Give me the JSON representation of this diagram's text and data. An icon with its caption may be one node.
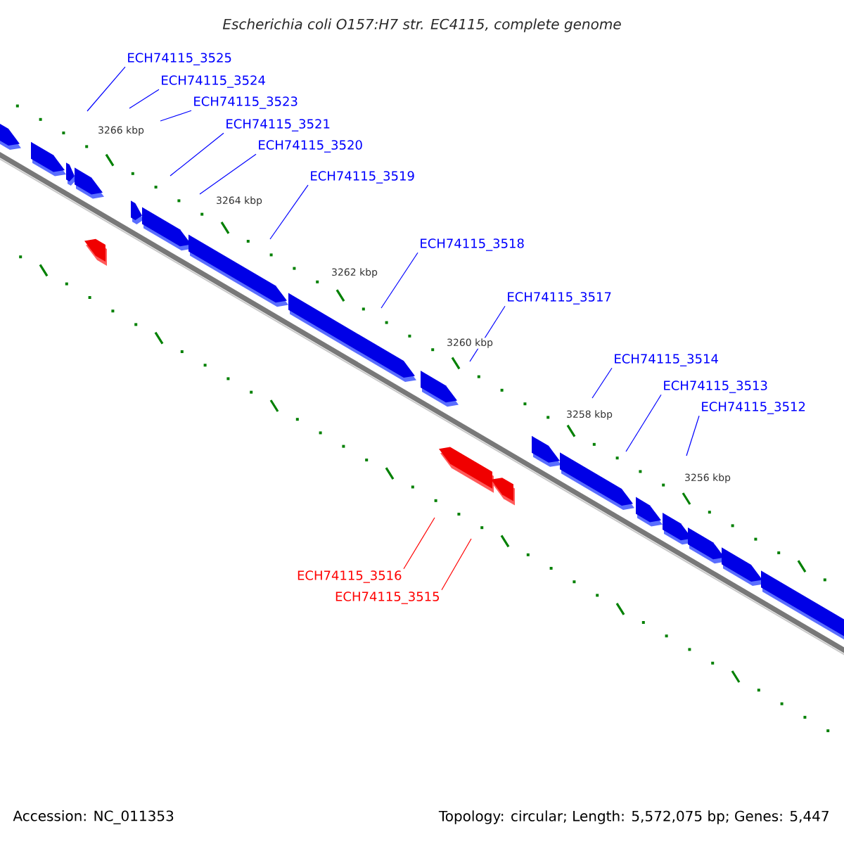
{
  "diagram": {
    "title": "Escherichia coli O157:H7 str. EC4115, complete genome",
    "nodes": [
      {
        "text": [
          "ECH74115_3525"
        ]
      },
      {
        "text": [
          "ECH74115_3524"
        ]
      },
      {
        "text": [
          "ECH74115_3523"
        ]
      },
      {
        "text": [
          "ECH74115_3521"
        ]
      },
      {
        "text": [
          "ECH74115_3520"
        ]
      },
      {
        "text": [
          "ECH74115_3519"
        ]
      },
      {
        "text": [
          "ECH74115_3518"
        ]
      },
      {
        "text": [
          "ECH74115_3517"
        ]
      },
      {
        "text": [
          "ECH74115_3514"
        ]
      },
      {
        "text": [
          "ECH74115_3513"
        ]
      },
      {
        "text": [
          "ECH74115_3512"
        ]
      },
      {
        "text": [
          "ECH74115_3516"
        ]
      },
      {
        "text": [
          "ECH74115_3515"
        ]
      }
    ],
    "edges": [
      {
        "from": 0,
        "to": null,
        "arrow": "none"
      },
      {
        "from": 1,
        "to": null,
        "arrow": "none"
      },
      {
        "from": 2,
        "to": null,
        "arrow": "none"
      },
      {
        "from": 3,
        "to": null,
        "arrow": "none"
      },
      {
        "from": 4,
        "to": null,
        "arrow": "none"
      },
      {
        "from": 5,
        "to": null,
        "arrow": "none"
      },
      {
        "from": 6,
        "to": null,
        "arrow": "none"
      },
      {
        "from": 7,
        "to": null,
        "arrow": "none"
      },
      {
        "from": 8,
        "to": null,
        "arrow": "none"
      },
      {
        "from": 9,
        "to": null,
        "arrow": "none"
      },
      {
        "from": 10,
        "to": null,
        "arrow": "none"
      },
      {
        "from": 11,
        "to": null,
        "arrow": "none",
        "color": "#ff0000"
      },
      {
        "from": 12,
        "to": null,
        "arrow": "none",
        "color": "#ff0000"
      }
    ],
    "labels": [
      "3266 kbp",
      "3264 kbp",
      "3262 kbp",
      "3260 kbp",
      "3258 kbp",
      "3256 kbp",
      "Accession: NC_011353",
      "Topology: circular; Length: 5,572,075 bp; Genes: 5,447"
    ]
  }
}
